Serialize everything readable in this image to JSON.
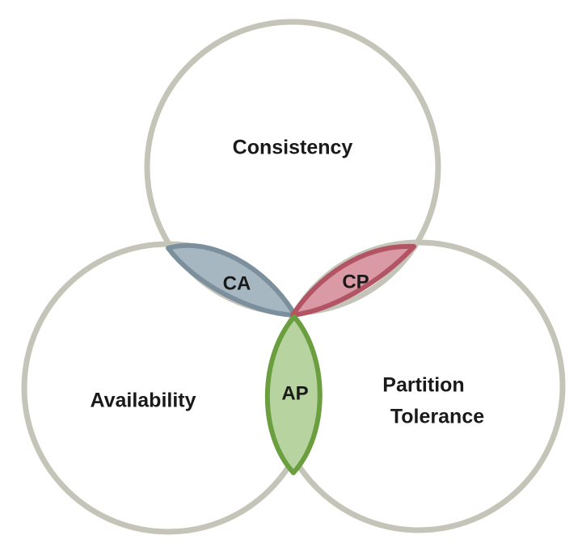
{
  "diagram": {
    "sets": {
      "consistency": "Consistency",
      "availability": "Availability",
      "partition_line1": "Partition",
      "partition_line2": "Tolerance"
    },
    "intersections": {
      "ca": "CA",
      "cp": "CP",
      "ap": "AP"
    }
  },
  "colors": {
    "circle_stroke": "#c4c5b8",
    "ca_fill": "#a7b7c2",
    "ca_stroke": "#7b8f9c",
    "cp_fill": "#d99aa6",
    "cp_stroke": "#b25463",
    "ap_fill": "#b7d39f",
    "ap_stroke": "#6a9e3f"
  }
}
